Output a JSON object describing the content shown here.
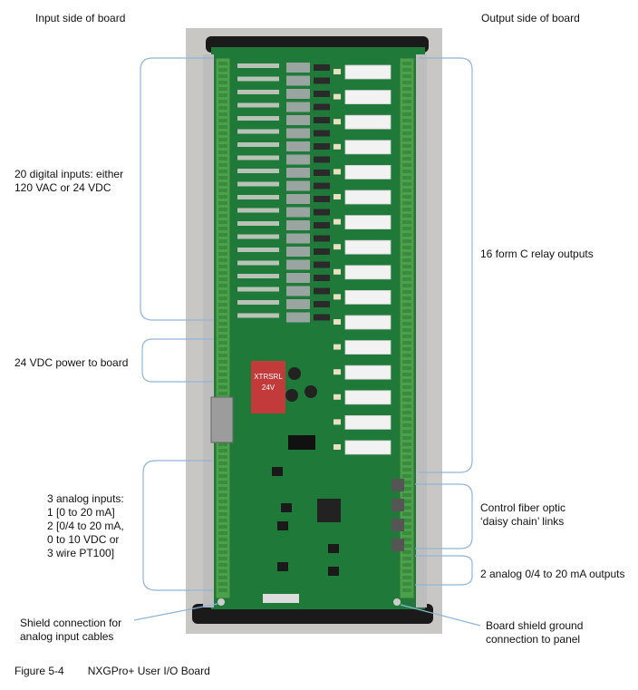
{
  "headings": {
    "input_side": "Input side of board",
    "output_side": "Output side of board"
  },
  "callouts": {
    "digital_inputs": [
      "20 digital inputs: either",
      "120 VAC or 24 VDC"
    ],
    "power": "24 VDC power to board",
    "analog_inputs": [
      "3 analog inputs:",
      "1 [0 to 20 mA]",
      "2 [0/4 to 20 mA,",
      "0 to 10 VDC or",
      "3 wire PT100]"
    ],
    "shield_connection": [
      "Shield connection for",
      "analog input cables"
    ],
    "relay_outputs": "16 form C relay outputs",
    "fiber_optic": [
      "Control fiber optic",
      "‘daisy chain’ links"
    ],
    "analog_outputs": "2 analog 0/4 to 20 mA outputs",
    "board_shield": [
      "Board shield ground",
      "connection to panel"
    ]
  },
  "board_label": {
    "line1": "XTRSRL",
    "line2": "24V"
  },
  "figure": {
    "number": "Figure 5-4",
    "title": "NXGPro+ User I/O Board"
  },
  "colors": {
    "bracket": "#8fb4d6",
    "pcb": "#1f7a3a",
    "terminal": "#49a14a",
    "relay": "#f2f2f2",
    "label_red": "#c23a3a"
  }
}
